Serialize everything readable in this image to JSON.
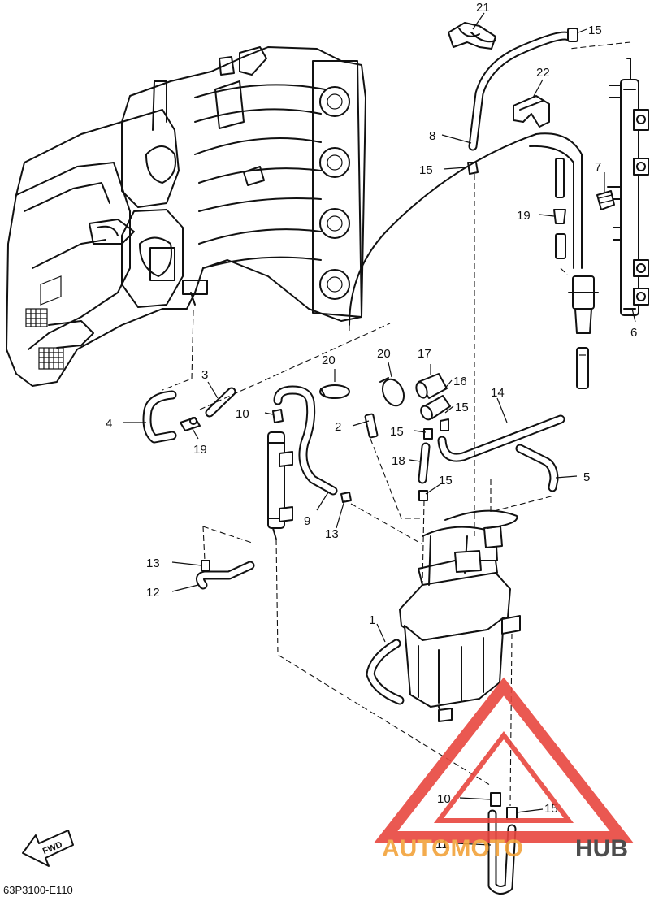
{
  "diagram": {
    "drawing_code": "63P3100-E110",
    "fwd_label": "FWD",
    "callouts": [
      {
        "id": "c21",
        "label": "21"
      },
      {
        "id": "c15a",
        "label": "15"
      },
      {
        "id": "c22",
        "label": "22"
      },
      {
        "id": "c8",
        "label": "8"
      },
      {
        "id": "c15b",
        "label": "15"
      },
      {
        "id": "c7",
        "label": "7"
      },
      {
        "id": "c19a",
        "label": "19"
      },
      {
        "id": "c6",
        "label": "6"
      },
      {
        "id": "c3",
        "label": "3"
      },
      {
        "id": "c20a",
        "label": "20"
      },
      {
        "id": "c20b",
        "label": "20"
      },
      {
        "id": "c17",
        "label": "17"
      },
      {
        "id": "c16",
        "label": "16"
      },
      {
        "id": "c4",
        "label": "4"
      },
      {
        "id": "c10a",
        "label": "10"
      },
      {
        "id": "c2",
        "label": "2"
      },
      {
        "id": "c15c",
        "label": "15"
      },
      {
        "id": "c15d",
        "label": "15"
      },
      {
        "id": "c14",
        "label": "14"
      },
      {
        "id": "c19b",
        "label": "19"
      },
      {
        "id": "c18",
        "label": "18"
      },
      {
        "id": "c5",
        "label": "5"
      },
      {
        "id": "c15e",
        "label": "15"
      },
      {
        "id": "c9",
        "label": "9"
      },
      {
        "id": "c13a",
        "label": "13"
      },
      {
        "id": "c13b",
        "label": "13"
      },
      {
        "id": "c12",
        "label": "12"
      },
      {
        "id": "c1",
        "label": "1"
      },
      {
        "id": "c10b",
        "label": "10"
      },
      {
        "id": "c15f",
        "label": "15"
      },
      {
        "id": "c11",
        "label": "11"
      }
    ]
  },
  "watermark": {
    "text_part1": "AUTOMOTO",
    "text_part2": "HUB",
    "color_primary": "#e8473f",
    "color_secondary": "#f2a33a",
    "color_dark": "#3a3a3a"
  },
  "colors": {
    "line": "#111111",
    "background": "#ffffff"
  }
}
